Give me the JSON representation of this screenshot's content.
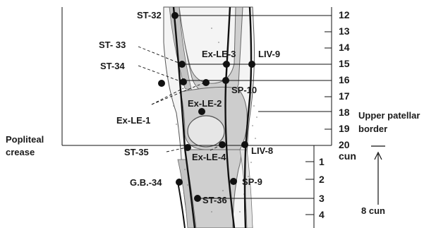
{
  "points": {
    "st32": "ST-32",
    "st33": "ST- 33",
    "st34": "ST-34",
    "exle3": "Ex-LE-3",
    "liv9": "LIV-9",
    "sp10": "SP-10",
    "exle2": "Ex-LE-2",
    "exle1": "Ex-LE-1",
    "st35": "ST-35",
    "exle4": "Ex-LE-4",
    "liv8": "LIV-8",
    "gb34": "G.B.-34",
    "sp9": "SP-9",
    "st36": "ST-36"
  },
  "annotations": {
    "popliteal_line1": "Popliteal",
    "popliteal_line2": "crease",
    "upper_patellar_line1": "Upper patellar",
    "upper_patellar_line2": "border",
    "upper_unit": "cun",
    "lower_measure": "8 cun"
  },
  "upper_scale": [
    "12",
    "13",
    "14",
    "15",
    "16",
    "17",
    "18",
    "19",
    "20"
  ],
  "lower_scale": [
    "1",
    "2",
    "3",
    "4"
  ],
  "colors": {
    "bone": "#c9c9c9",
    "line": "#111111",
    "dot": "#111111"
  }
}
